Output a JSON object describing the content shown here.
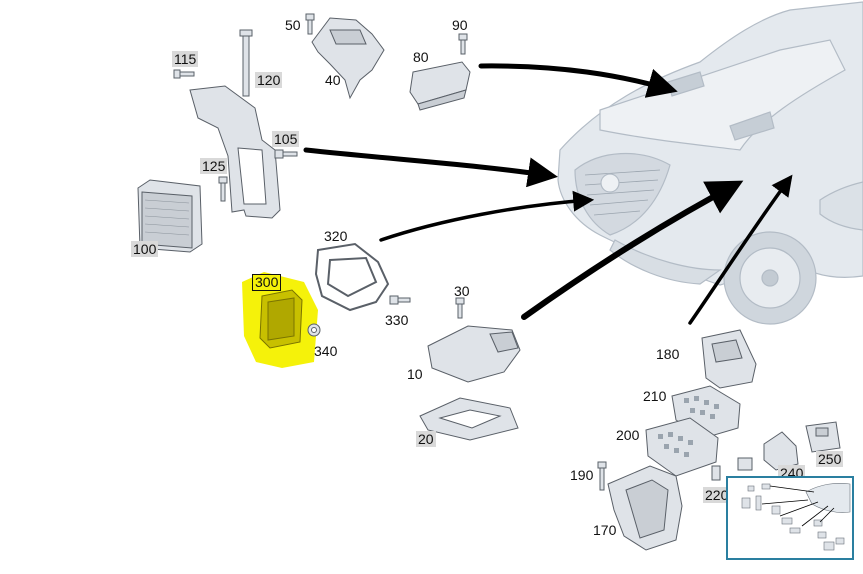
{
  "parts": [
    {
      "id": "p50",
      "label": "50",
      "boxed": false,
      "selected": false
    },
    {
      "id": "p40",
      "label": "40",
      "boxed": false,
      "selected": false
    },
    {
      "id": "p90",
      "label": "90",
      "boxed": false,
      "selected": false
    },
    {
      "id": "p80",
      "label": "80",
      "boxed": false,
      "selected": false
    },
    {
      "id": "p115",
      "label": "115",
      "boxed": true,
      "selected": false
    },
    {
      "id": "p120",
      "label": "120",
      "boxed": true,
      "selected": false
    },
    {
      "id": "p105",
      "label": "105",
      "boxed": true,
      "selected": false
    },
    {
      "id": "p125",
      "label": "125",
      "boxed": true,
      "selected": false
    },
    {
      "id": "p100",
      "label": "100",
      "boxed": true,
      "selected": false
    },
    {
      "id": "p320",
      "label": "320",
      "boxed": false,
      "selected": false
    },
    {
      "id": "p300",
      "label": "300",
      "boxed": false,
      "selected": true
    },
    {
      "id": "p330",
      "label": "330",
      "boxed": false,
      "selected": false
    },
    {
      "id": "p340",
      "label": "340",
      "boxed": false,
      "selected": false
    },
    {
      "id": "p30",
      "label": "30",
      "boxed": false,
      "selected": false
    },
    {
      "id": "p10",
      "label": "10",
      "boxed": false,
      "selected": false
    },
    {
      "id": "p20",
      "label": "20",
      "boxed": true,
      "selected": false
    },
    {
      "id": "p180",
      "label": "180",
      "boxed": false,
      "selected": false
    },
    {
      "id": "p210",
      "label": "210",
      "boxed": false,
      "selected": false
    },
    {
      "id": "p200",
      "label": "200",
      "boxed": false,
      "selected": false
    },
    {
      "id": "p190",
      "label": "190",
      "boxed": false,
      "selected": false
    },
    {
      "id": "p170",
      "label": "170",
      "boxed": false,
      "selected": false
    },
    {
      "id": "p220",
      "label": "220",
      "boxed": true,
      "selected": false
    },
    {
      "id": "p240",
      "label": "240",
      "boxed": true,
      "selected": false
    },
    {
      "id": "p250",
      "label": "250",
      "boxed": true,
      "selected": false
    }
  ],
  "selected_part": "300",
  "colors": {
    "highlight": "#f5f20a",
    "part_fill": "#dfe3e8",
    "part_stroke": "#5a6068",
    "car_fill": "#e4e9ee",
    "car_stroke": "#b3bcc6",
    "arrow": "#000000",
    "label_box": "#d9d9d9",
    "thumbnail_border": "#2a7fa0"
  },
  "icons": {
    "thumbnail": "overview-thumbnail"
  }
}
